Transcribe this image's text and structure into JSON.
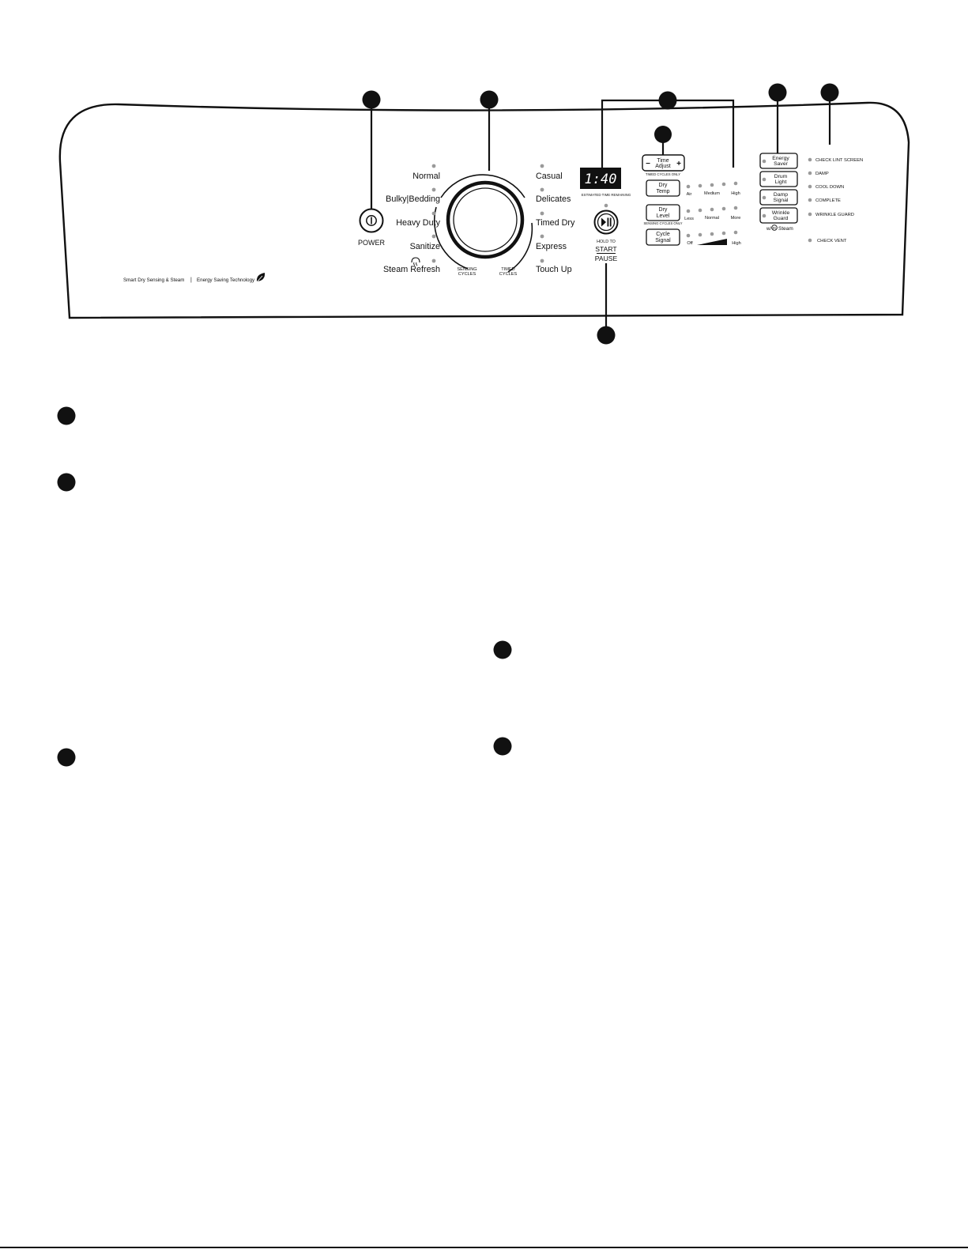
{
  "brand_footer": {
    "left": "Smart Dry Sensing & Steam",
    "divider": "|",
    "right": "Energy Saving Technology",
    "leaf_icon": "leaf-icon"
  },
  "power": {
    "label": "POWER",
    "icon": "power-icon"
  },
  "cycles_left": [
    "Normal",
    "Bulky|Bedding",
    "Heavy Duty",
    "Sanitize",
    "Steam Refresh"
  ],
  "cycles_right": [
    "Casual",
    "Delicates",
    "Timed Dry",
    "Express",
    "Touch Up"
  ],
  "steam_icon": "steam-icon",
  "dial_groups": {
    "sensing_line1": "SENSING",
    "sensing_line2": "CYCLES",
    "timed_line1": "TIMED",
    "timed_line2": "CYCLES"
  },
  "display": {
    "time": "1:40",
    "caption": "ESTIMATED TIME REMAINING"
  },
  "start_pause": {
    "icon": "play-pause-icon",
    "hold_to": "HOLD TO",
    "start": "START",
    "pause": "PAUSE"
  },
  "time_adjust": {
    "minus": "−",
    "line1": "Time",
    "line2": "Adjust",
    "plus": "+",
    "note": "TIMED CYCLES ONLY"
  },
  "dry_temp": {
    "line1": "Dry",
    "line2": "Temp",
    "levels": [
      "Air",
      "Medium",
      "High"
    ]
  },
  "dry_level": {
    "line1": "Dry",
    "line2": "Level",
    "note": "SENSING CYCLES ONLY",
    "levels": [
      "Less",
      "Normal",
      "More"
    ]
  },
  "cycle_signal": {
    "line1": "Cycle",
    "line2": "Signal",
    "levels": [
      "Off",
      "High"
    ]
  },
  "options": [
    {
      "line1": "Energy",
      "line2": "Saver"
    },
    {
      "line1": "Drum",
      "line2": "Light"
    },
    {
      "line1": "Damp",
      "line2": "Signal"
    },
    {
      "line1": "Wrinkle",
      "line2": "Guard"
    }
  ],
  "options_note": "w/",
  "options_note_suffix": "Steam",
  "status_lights": [
    "CHECK LINT SCREEN",
    "DAMP",
    "COOL DOWN",
    "COMPLETE",
    "WRINKLE GUARD",
    "CHECK VENT"
  ]
}
